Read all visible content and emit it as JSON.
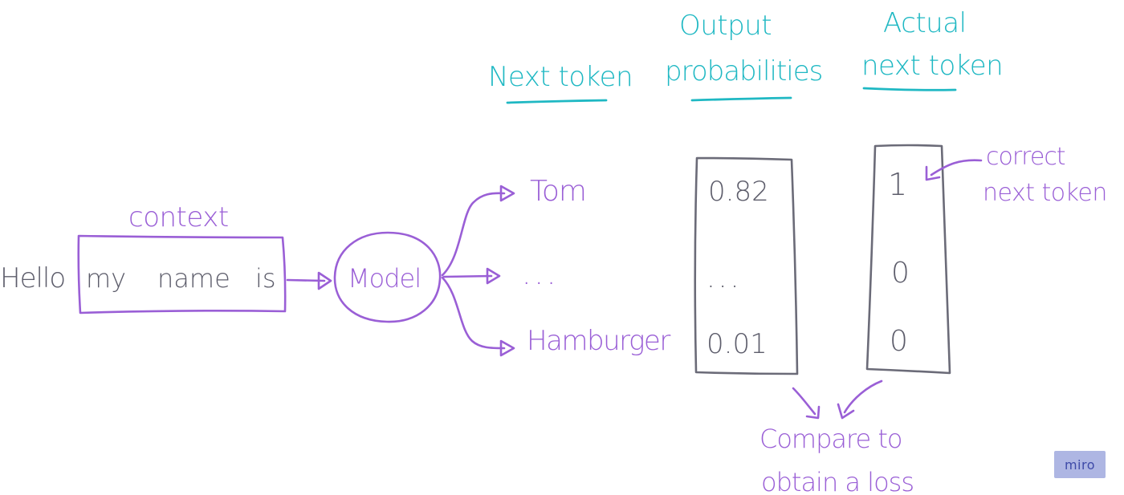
{
  "colors": {
    "teal": "#1fb8c3",
    "purple": "#9a5fd6",
    "gray": "#5d5d6b",
    "badge_bg": "#aeb6e3",
    "badge_text": "#3e4aa8"
  },
  "headers": {
    "next_token": "Next token",
    "output_probabilities_line1": "Output",
    "output_probabilities_line2": "probabilities",
    "actual_next_token_line1": "Actual",
    "actual_next_token_line2": "next token"
  },
  "input": {
    "context_label": "context",
    "outside_word": "Hello",
    "context_words": [
      "my",
      "name",
      "is"
    ]
  },
  "model": {
    "label": "Model"
  },
  "candidates": {
    "top": "Tom",
    "middle": "...",
    "bottom": "Hamburger"
  },
  "probabilities": {
    "top": "0.82",
    "middle": "...",
    "bottom": "0.01"
  },
  "actual": {
    "top": "1",
    "middle": "0",
    "bottom": "0"
  },
  "annotations": {
    "correct_line1": "correct",
    "correct_line2": "next token",
    "compare_line1": "Compare to",
    "compare_line2": "obtain a loss"
  },
  "badge": {
    "label": "miro"
  }
}
